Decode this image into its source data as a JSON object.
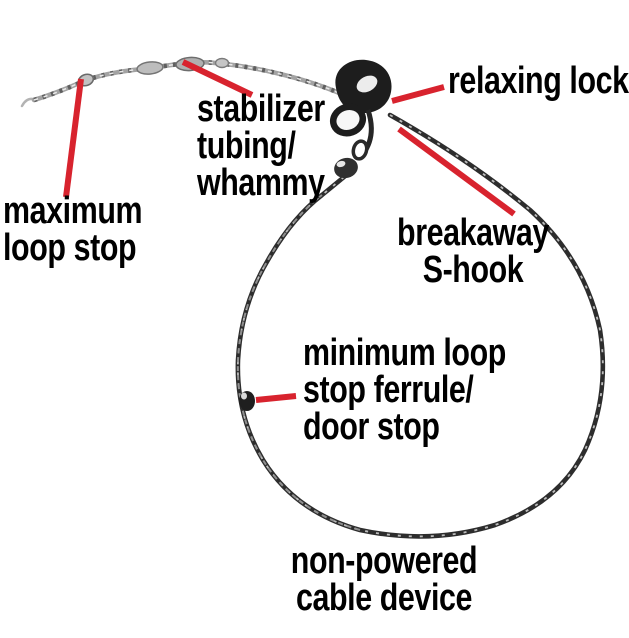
{
  "figure": {
    "title": "non-powered cable device",
    "description": "Hand-drawn annotated diagram of a non-powered cable snare device with red leader lines pointing to parts"
  },
  "colors": {
    "leader_line": "#d8232e",
    "label_text": "#000000",
    "background": "#ffffff",
    "cable_dark": "#2d2d2d",
    "cable_light": "#a3a3a3"
  },
  "labels": {
    "relaxing_lock": {
      "lines": [
        "relaxing lock"
      ]
    },
    "stabilizer": {
      "lines": [
        "stabilizer",
        "tubing/",
        "whammy"
      ]
    },
    "maximum_loop_stop": {
      "lines": [
        "maximum",
        "loop stop"
      ]
    },
    "breakaway_s_hook": {
      "lines": [
        "breakaway",
        "S-hook"
      ]
    },
    "minimum_loop_stop": {
      "lines": [
        "minimum loop",
        "stop ferrule/",
        "door stop"
      ]
    },
    "device": {
      "lines": [
        "non-powered",
        "cable device"
      ]
    }
  },
  "parts": [
    "maximum loop stop",
    "stabilizer tubing/whammy",
    "relaxing lock",
    "breakaway S-hook",
    "minimum loop stop ferrule/door stop",
    "non-powered cable device"
  ]
}
